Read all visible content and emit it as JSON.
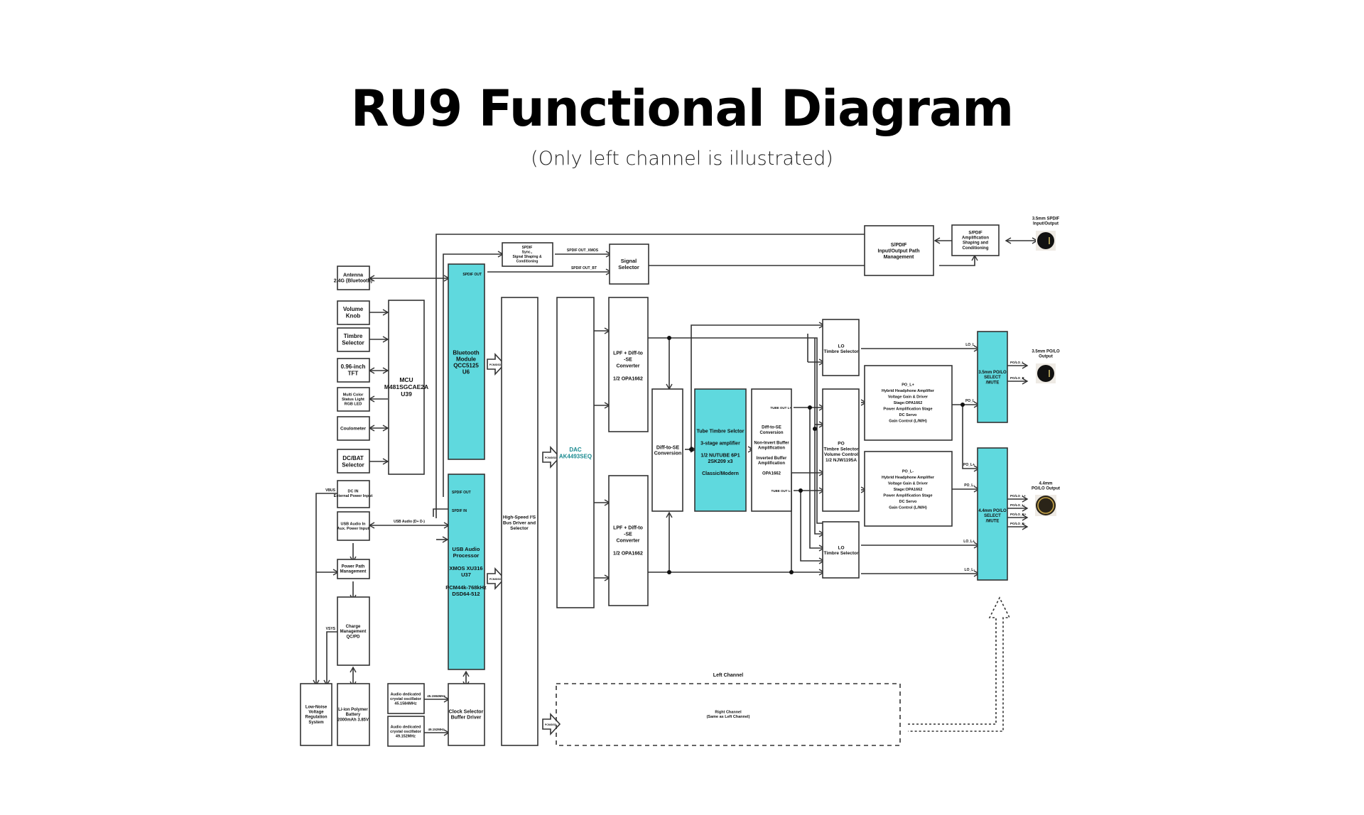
{
  "header": {
    "title": "RU9 Functional Diagram",
    "subtitle": "(Only left channel is illustrated)"
  },
  "colors": {
    "accent_block": "#5fd9de",
    "dac_text": "#1a8a90"
  },
  "blocks": {
    "antenna": [
      "Antenna",
      "2.4G (Bluetooth)"
    ],
    "volume_knob": [
      "Volume",
      "Knob"
    ],
    "timbre_selector_input": [
      "Timbre",
      "Selector"
    ],
    "tft": [
      "0.96-inch",
      "TFT"
    ],
    "status_light": [
      "Multi Color",
      "Status Light",
      "RGB LED"
    ],
    "coulometer": [
      "Coulometer"
    ],
    "dc_bat_selector": [
      "DC/BAT",
      "Selector"
    ],
    "mcu": [
      "MCU",
      "M481SGCAE2A",
      "U39"
    ],
    "dc_in": [
      "DC IN",
      "External Power Input"
    ],
    "usb_audio_in": [
      "USB Audio In",
      "Aux. Power Input"
    ],
    "power_path": [
      "Power Path",
      "Management"
    ],
    "charge_mgmt": [
      "Charge",
      "Management",
      "QC/PD"
    ],
    "low_noise_reg": [
      "Low-Noise",
      "Voltage",
      "Regulation",
      "System"
    ],
    "battery": [
      "Li-ion Polymer",
      "Battery",
      "2000mAh 3.85V"
    ],
    "osc1": [
      "Audio dedicated",
      "crystal oscillator",
      "45.1584MHz"
    ],
    "osc2": [
      "Audio dedicated",
      "crystal oscillator",
      "49.152MHz"
    ],
    "clock_selector": [
      "Clock Selector",
      "Buffer Driver"
    ],
    "bluetooth": [
      "Bluetooth",
      "Module",
      "QCC5125",
      "U6"
    ],
    "usb_processor": [
      "USB Audio",
      "Processor",
      "",
      "XMOS XU316",
      "U37",
      "",
      "PCM44k-768kHz",
      "DSD64-512"
    ],
    "spdif_proc": [
      "SPDIF",
      "Sync.,",
      "Signal Shaping &",
      "Conditioning"
    ],
    "signal_selector": [
      "Signal",
      "Selector"
    ],
    "i2s_bus": [
      "High-Speed I²S",
      "Bus Driver and",
      "Selector"
    ],
    "dac": [
      "DAC",
      "AK4493SEQ"
    ],
    "lpf_top": [
      "LPF + Diff-to",
      "-SE",
      "Converter",
      "",
      "1/2 OPA1662"
    ],
    "lpf_bottom": [
      "LPF + Diff-to",
      "-SE",
      "Converter",
      "",
      "1/2 OPA1662"
    ],
    "diff_se": [
      "Diff-to-SE",
      "Conversion"
    ],
    "tube": [
      "Tube Timbre Selctor",
      "",
      "3-stage amplifier",
      "",
      "1/2 NUTUBE 6P1",
      "2SK209 x3",
      "",
      "Classic/Modern"
    ],
    "buffer": [
      "Diff-to-SE",
      "Conversion",
      "",
      "Non-Invert Buffer",
      "Amplification",
      "",
      "Inverted Buffer",
      "Amplification",
      "",
      "OPA1662"
    ],
    "lo_top": [
      "LO",
      "Timbre Selector"
    ],
    "po_selector": [
      "PO",
      "Timbre Selector",
      "Volume Control",
      "1/2 NJW1195A"
    ],
    "lo_bottom": [
      "LO",
      "Timbre Selector"
    ],
    "po_l_plus": [
      "PO_L+",
      "Hybrid Headphone Amplifier",
      "Voltage Gain & Driver",
      "Stage:OPA1662",
      "Power Amplification Stage",
      "DC Servo",
      "Gain Control (L/M/H)"
    ],
    "po_l_minus": [
      "PO_L-",
      "Hybrid Headphone Amplifier",
      "Voltage Gain & Driver",
      "Stage:OPA1662",
      "Power Amplification Stage",
      "DC Servo",
      "Gain Control (L/M/H)"
    ],
    "sel_35": [
      "3.5mm PO/LO",
      "SELECT",
      "/MUTE"
    ],
    "sel_44": [
      "4.4mm PO/LO",
      "SELECT",
      "/MUTE"
    ],
    "spdif_path": [
      "S/PDIF",
      "Input/Output Path",
      "Management"
    ],
    "spdif_amp": [
      "S/PDIF",
      "Amplification",
      "Shaping and",
      "Conditioning"
    ],
    "right_channel": [
      "Right Channel",
      "(Same as Left Channel)"
    ]
  },
  "labels": {
    "spdif_out_bt": "SPDIF OUT",
    "spdif_out_usb": "SPDIF OUT",
    "spdif_in_usb": "SPDIF IN",
    "spdif_out_xmos": "SPDIF OUT_XMOS",
    "spdif_out_bt_line": "SPDIF OUT_BT",
    "usb_audio_line": "USB Audio (D+ D-)",
    "vbus": "VBUS",
    "vsys": "VSYS",
    "freq1": "45.1584MHz",
    "freq2": "49.152MHz",
    "pcm_dsd": "PCM/DSD",
    "tube_out_plus": "TUBE OUT L+",
    "tube_out_minus": "TUBE OUT L-",
    "lo_l": "LO_L",
    "po_l": "PO_L",
    "po_l_plus": "PO_L+",
    "po_l_minus": "PO_L-",
    "lo_l_plus": "LO_L+",
    "lo_l_minus": "LO_L-",
    "out35_l": "PO/LO_L",
    "out35_r": "PO/LO_R",
    "out44_lp": "PO/LO_L+",
    "out44_lm": "PO/LO_L-",
    "out44_rp": "PO/LO_R+",
    "out44_rm": "PO/LO_R-",
    "left_channel": "Left Channel"
  },
  "jacks": {
    "spdif": [
      "3.5mm SPDIF",
      "Input/Output"
    ],
    "po35": [
      "3.5mm PO/LO",
      "Output"
    ],
    "po44": [
      "4.4mm",
      "PO/LO Output"
    ]
  }
}
